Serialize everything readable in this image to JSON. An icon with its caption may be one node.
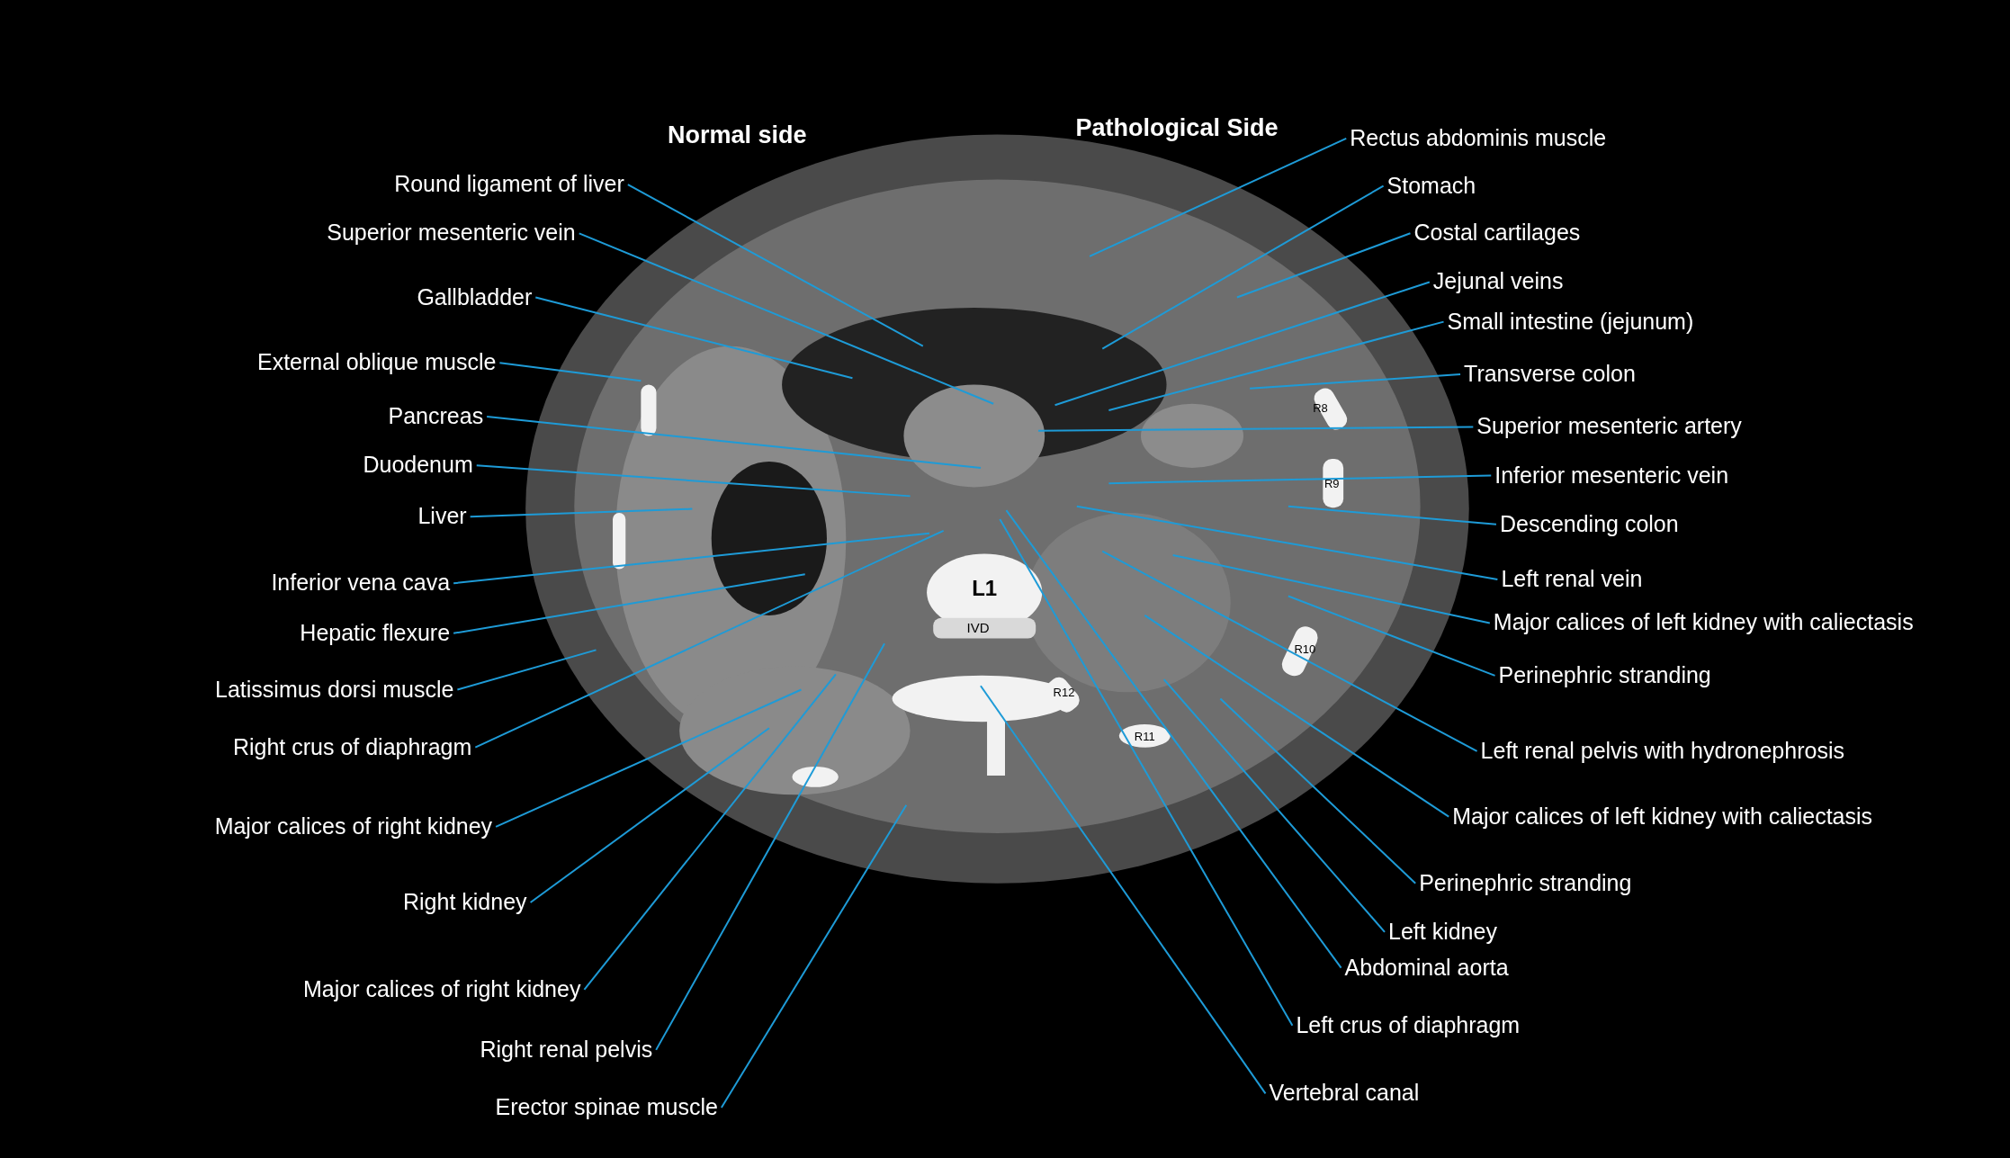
{
  "diagram": {
    "nodes": [
      {
        "text": [
          "Round ligament of liver"
        ]
      },
      {
        "text": [
          "Superior mesenteric vein"
        ]
      },
      {
        "text": [
          "Gallbladder"
        ]
      },
      {
        "text": [
          "External oblique muscle"
        ]
      },
      {
        "text": [
          "Pancreas"
        ]
      },
      {
        "text": [
          "Duodenum"
        ]
      },
      {
        "text": [
          "Liver"
        ]
      },
      {
        "text": [
          "Inferior vena cava"
        ]
      },
      {
        "text": [
          "Hepatic flexure"
        ]
      },
      {
        "text": [
          "Latissimus dorsi muscle"
        ]
      },
      {
        "text": [
          "Right crus of diaphragm"
        ]
      },
      {
        "text": [
          "Major calices of right kidney"
        ]
      },
      {
        "text": [
          "Right kidney"
        ]
      },
      {
        "text": [
          "Major calices of right kidney"
        ]
      },
      {
        "text": [
          "Right renal pelvis"
        ]
      },
      {
        "text": [
          "Erector spinae muscle"
        ]
      },
      {
        "text": [
          "Rectus abdominis muscle"
        ]
      },
      {
        "text": [
          "Stomach"
        ]
      },
      {
        "text": [
          "Costal cartilages"
        ]
      },
      {
        "text": [
          "Jejunal veins"
        ]
      },
      {
        "text": [
          "Small intestine (jejunum)"
        ]
      },
      {
        "text": [
          "Transverse colon"
        ]
      },
      {
        "text": [
          "Superior mesenteric artery"
        ]
      },
      {
        "text": [
          "Inferior mesenteric vein"
        ]
      },
      {
        "text": [
          "Descending colon"
        ]
      },
      {
        "text": [
          "Left renal vein"
        ]
      },
      {
        "text": [
          "Major calices of left kidney with caliectasis"
        ]
      },
      {
        "text": [
          "Perinephric stranding"
        ]
      },
      {
        "text": [
          "Left renal pelvis with hydronephrosis"
        ]
      },
      {
        "text": [
          "Major calices of left kidney with caliectasis"
        ]
      },
      {
        "text": [
          "Perinephric stranding"
        ]
      },
      {
        "text": [
          "Left kidney"
        ]
      },
      {
        "text": [
          "Abdominal aorta"
        ]
      },
      {
        "text": [
          "Left crus of diaphragm"
        ]
      },
      {
        "text": [
          "Vertebral canal"
        ]
      }
    ],
    "edges": [
      {
        "from": 0,
        "to": null,
        "arrow": "none"
      },
      {
        "from": 1,
        "to": null,
        "arrow": "none"
      },
      {
        "from": 2,
        "to": null,
        "arrow": "none"
      },
      {
        "from": 3,
        "to": null,
        "arrow": "none"
      },
      {
        "from": 4,
        "to": null,
        "arrow": "none"
      },
      {
        "from": 5,
        "to": null,
        "arrow": "none"
      },
      {
        "from": 6,
        "to": null,
        "arrow": "none"
      },
      {
        "from": 7,
        "to": null,
        "arrow": "none"
      },
      {
        "from": 8,
        "to": null,
        "arrow": "none"
      },
      {
        "from": 9,
        "to": null,
        "arrow": "none"
      },
      {
        "from": 10,
        "to": null,
        "arrow": "none"
      },
      {
        "from": 11,
        "to": null,
        "arrow": "none"
      },
      {
        "from": 12,
        "to": null,
        "arrow": "none"
      },
      {
        "from": 13,
        "to": null,
        "arrow": "none"
      },
      {
        "from": 14,
        "to": null,
        "arrow": "none"
      },
      {
        "from": 15,
        "to": null,
        "arrow": "none"
      },
      {
        "from": 16,
        "to": null,
        "arrow": "none"
      },
      {
        "from": 17,
        "to": null,
        "arrow": "none"
      },
      {
        "from": 18,
        "to": null,
        "arrow": "none"
      },
      {
        "from": 19,
        "to": null,
        "arrow": "none"
      },
      {
        "from": 20,
        "to": null,
        "arrow": "none"
      },
      {
        "from": 21,
        "to": null,
        "arrow": "none"
      },
      {
        "from": 22,
        "to": null,
        "arrow": "none"
      },
      {
        "from": 23,
        "to": null,
        "arrow": "none"
      },
      {
        "from": 24,
        "to": null,
        "arrow": "none"
      },
      {
        "from": 25,
        "to": null,
        "arrow": "none"
      },
      {
        "from": 26,
        "to": null,
        "arrow": "none"
      },
      {
        "from": 27,
        "to": null,
        "arrow": "none"
      },
      {
        "from": 28,
        "to": null,
        "arrow": "none"
      },
      {
        "from": 29,
        "to": null,
        "arrow": "none"
      },
      {
        "from": 30,
        "to": null,
        "arrow": "none"
      },
      {
        "from": 31,
        "to": null,
        "arrow": "none"
      },
      {
        "from": 32,
        "to": null,
        "arrow": "none"
      },
      {
        "from": 33,
        "to": null,
        "arrow": "none"
      },
      {
        "from": 34,
        "to": null,
        "arrow": "none"
      }
    ],
    "labels": [
      "Normal side",
      "Pathological Side",
      "L1",
      "IVD",
      "R8",
      "R9",
      "R10",
      "R11",
      "R12"
    ]
  }
}
